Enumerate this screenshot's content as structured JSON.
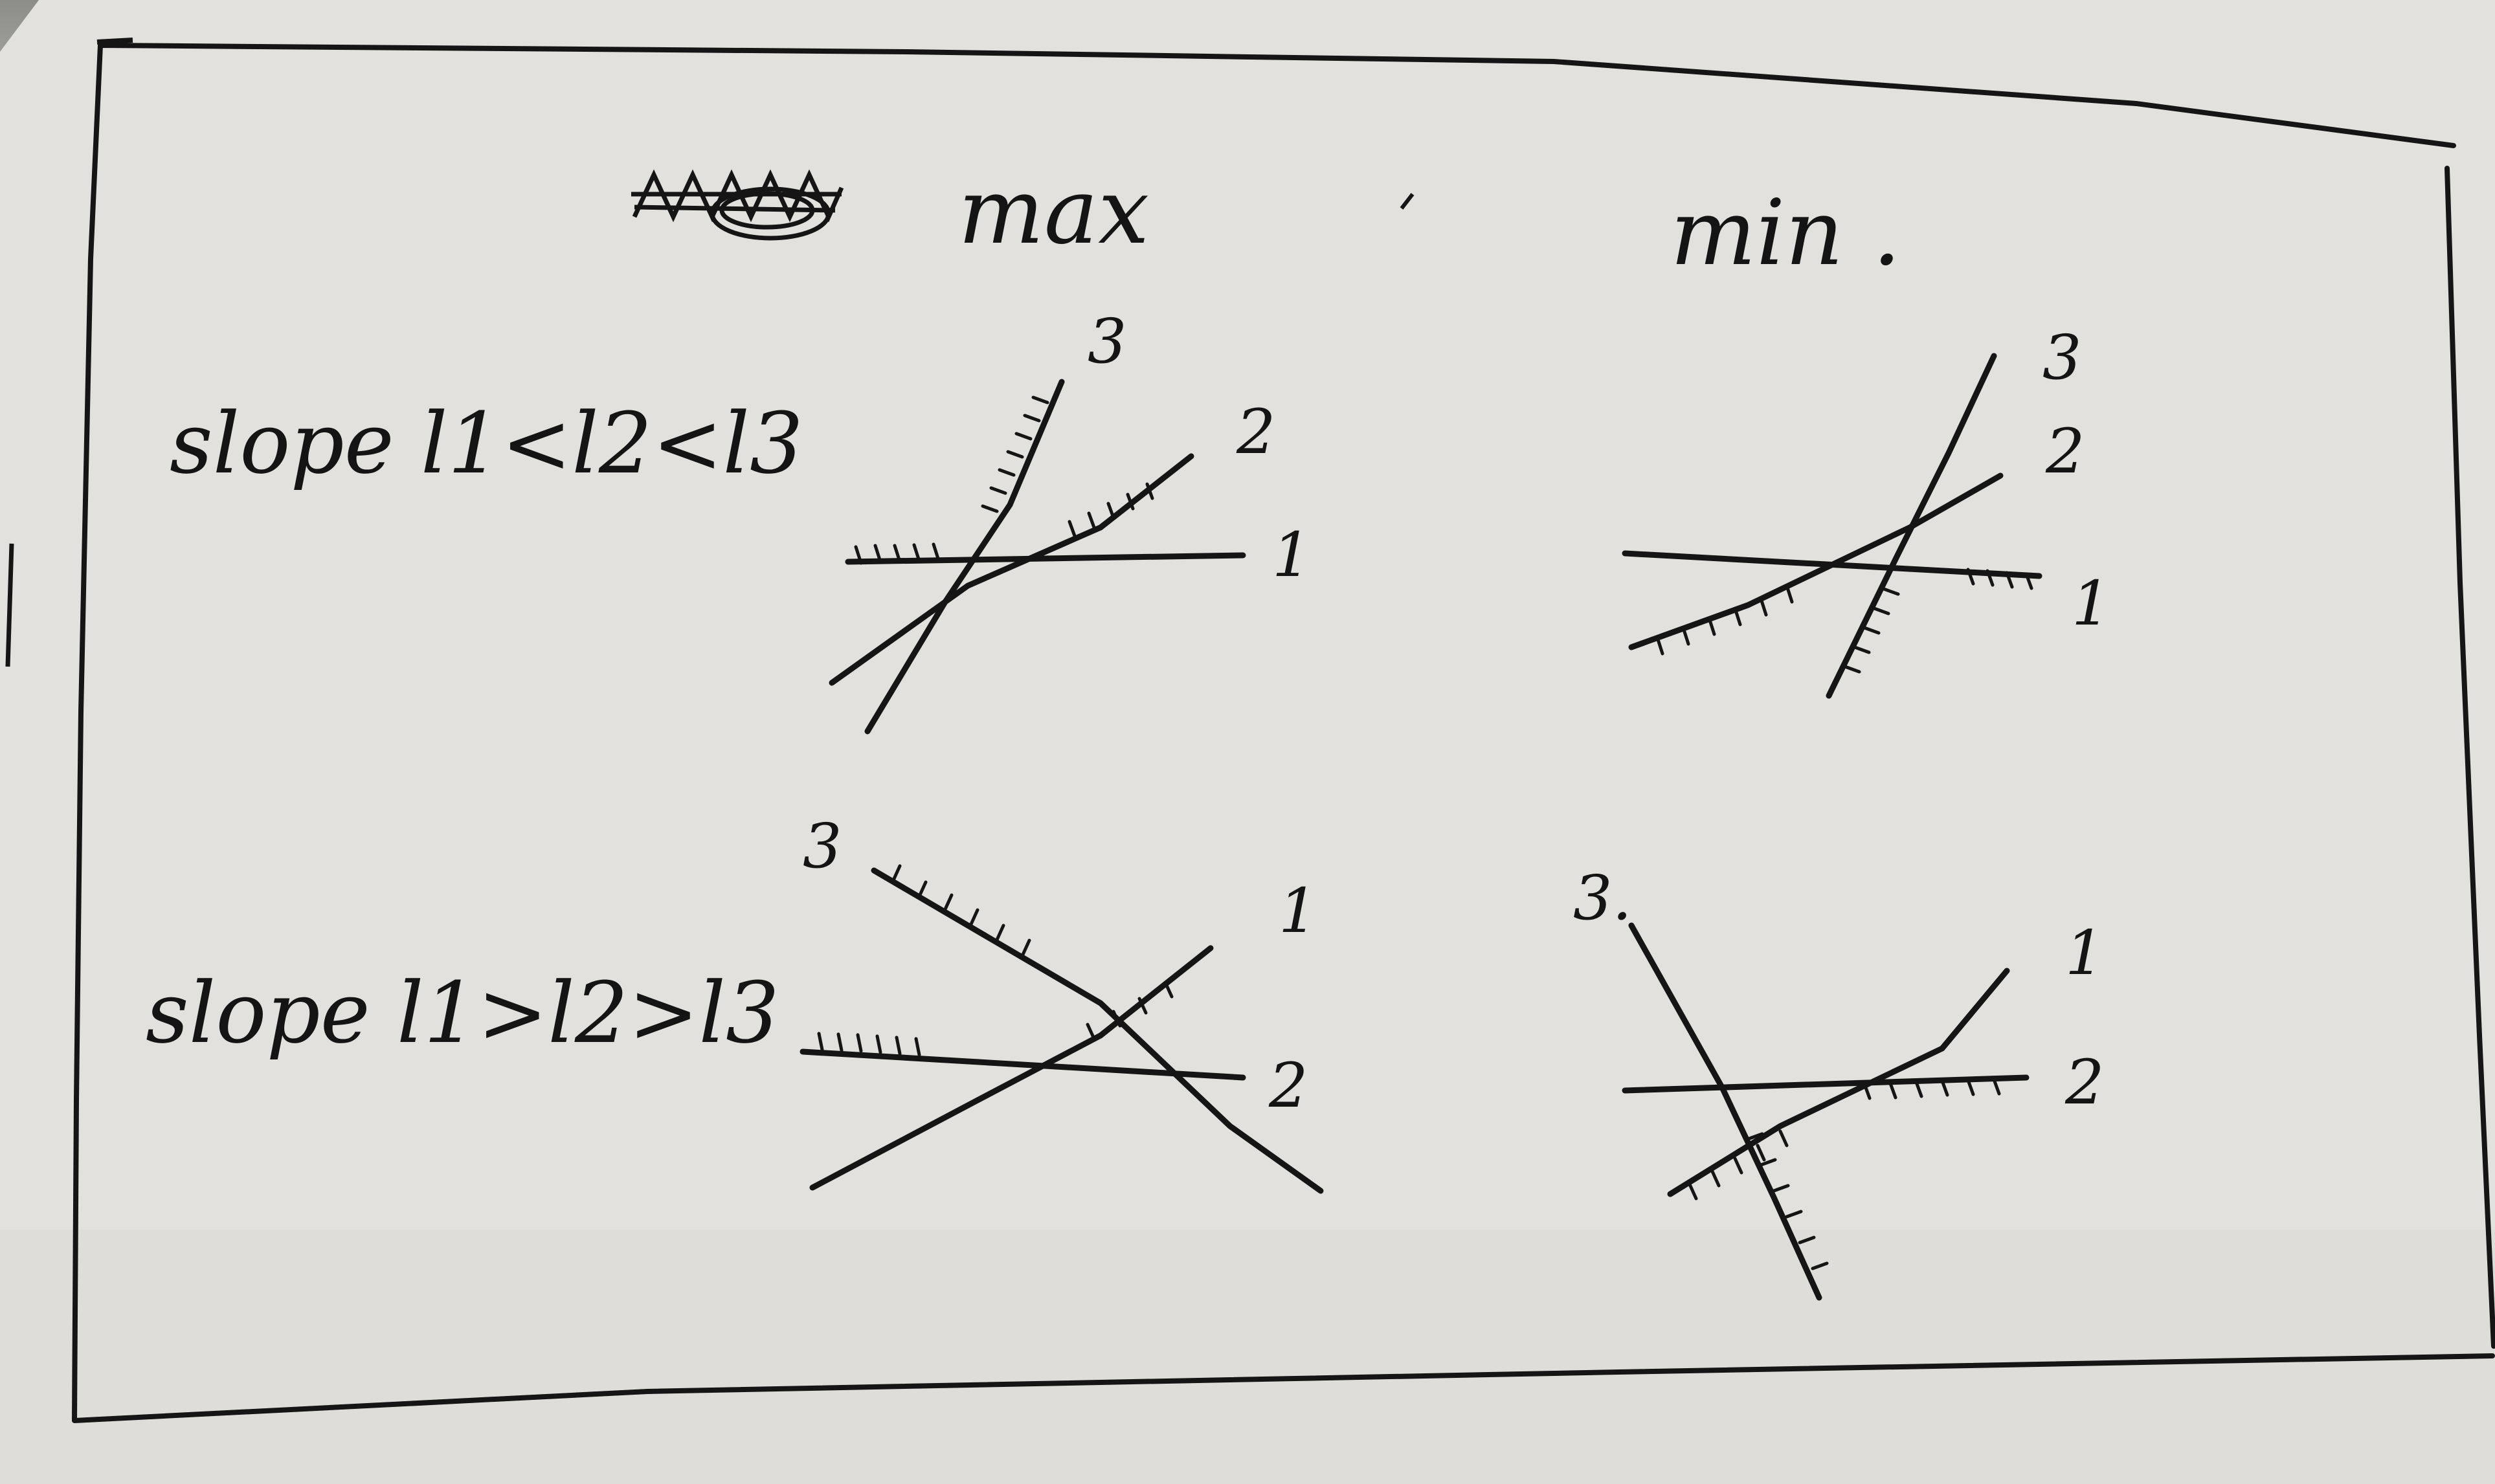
{
  "headers": {
    "max": "max",
    "min": "min ."
  },
  "rows": [
    {
      "label": "slope l1<l2<l3"
    },
    {
      "label": "slope l1>l2>l3"
    }
  ],
  "line_labels": {
    "max_increasing": [
      "1",
      "2",
      "3"
    ],
    "min_increasing": [
      "1",
      "2",
      "3"
    ],
    "max_decreasing": [
      "1",
      "2",
      "3"
    ],
    "min_decreasing": [
      "1",
      "2",
      "3."
    ]
  },
  "colors": {
    "ink": "#141414",
    "paper": "#e4e3df",
    "background": "#6b6b68"
  }
}
